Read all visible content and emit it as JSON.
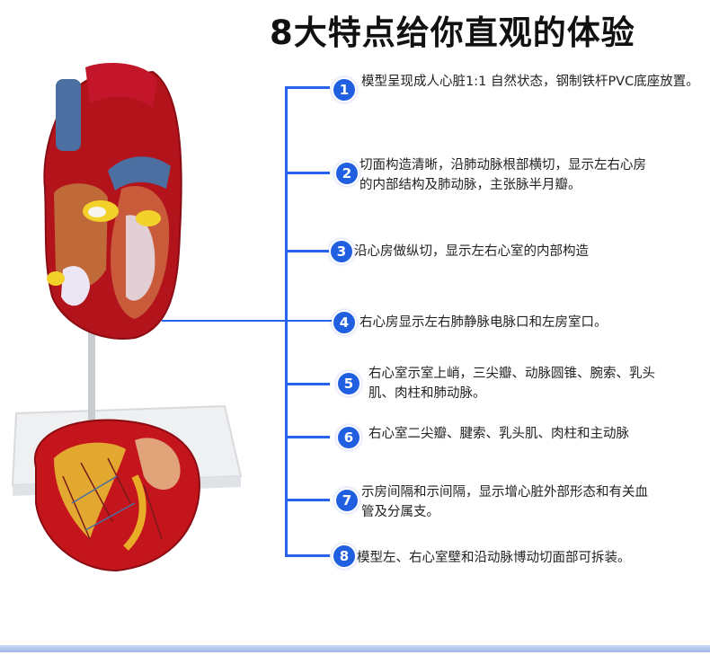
{
  "title": "8大特点给你直观的体验",
  "features": [
    {
      "num": "1",
      "text": "模型呈现成人心脏1:1 自然状态，钢制铁杆PVC底座放置。"
    },
    {
      "num": "2",
      "text": "切面构造清晰，沿肺动脉根部横切，显示左右心房的内部结构及肺动脉，主张脉半月瓣。"
    },
    {
      "num": "3",
      "text": "沿心房做纵切，显示左右心室的内部构造"
    },
    {
      "num": "4",
      "text": "右心房显示左右肺静脉电脉口和左房室口。"
    },
    {
      "num": "5",
      "text": "右心室示室上峭，三尖瓣、动脉圆锥、腕索、乳头肌、肉柱和肺动脉。"
    },
    {
      "num": "6",
      "text": "右心室二尖瓣、腱索、乳头肌、肉柱和主动脉"
    },
    {
      "num": "7",
      "text": "示房间隔和示间隔，显示增心脏外部形态和有关血管及分属支。"
    },
    {
      "num": "8",
      "text": "模型左、右心室壁和沿动脉博动切面部可拆装。"
    }
  ],
  "colors": {
    "accent": "#1f5fe0",
    "line": "#2563eb",
    "heart_red": "#b3141c",
    "vessel_blue": "#4a6fa0",
    "ring_yellow": "#f2d22a"
  },
  "illustration": {
    "kind": "heart-model-photo",
    "icon": "heart-model"
  }
}
